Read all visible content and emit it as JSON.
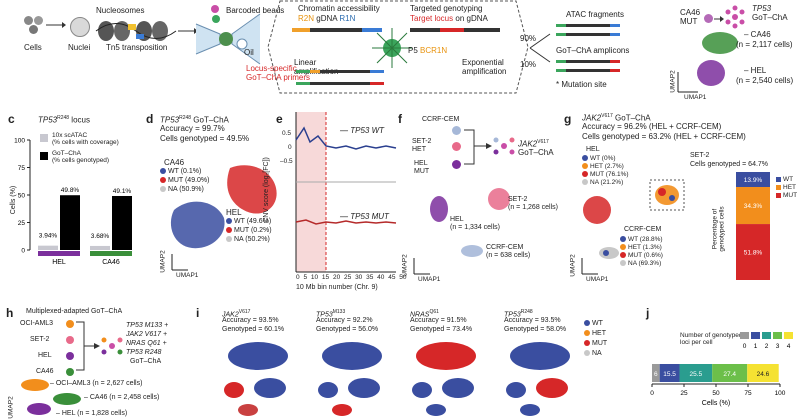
{
  "colors": {
    "wt": "#3a4ea0",
    "het": "#f28e1c",
    "mut": "#d62728",
    "na": "#c8c8c8",
    "purple": "#7b2f9c",
    "green": "#3a8f3a",
    "cnv_wt": "#2a3f8f",
    "cnv_mut": "#b52a2a"
  },
  "panel_a": {
    "cells": "Cells",
    "nuclei": "Nuclei",
    "nucleosomes": "Nucleosomes",
    "tn5": "Tn5 transposition",
    "barcoded_beads": "Barcoded beads",
    "oil": "Oil",
    "locus_primers": "Locus-specific\nGoT–ChA primers",
    "chromatin_accessibility": "Chromatin accessibility",
    "r2n": "R2N",
    "gdna": "gDNA",
    "r1n": "R1N",
    "targeted_genotyping": "Targeted genotyping",
    "target_locus": "Target locus",
    "on_gdna": "on gDNA",
    "linear_amp": "Linear\namplification",
    "p5": "P5",
    "bcr1n": "BCR1N",
    "exp_amp": "Exponential\namplification",
    "pct90": "90%",
    "pct10": "10%",
    "atac_fragments": "ATAC fragments",
    "gotcha_amplicons": "GoT–ChA amplicons",
    "mutation_site": "* Mutation site"
  },
  "panel_b": {
    "ca46_mut": "CA46\nMUT",
    "tp53": "TP53",
    "gotcha": "GoT–ChA",
    "ca46_cells": "CA46",
    "ca46_n": "(n = 2,117 cells)",
    "hel": "HEL",
    "hel_n": "(n = 2,540 cells)",
    "umap1": "UMAP1",
    "umap2": "UMAP2"
  },
  "panel_c": {
    "label": "c",
    "title_gene": "TP53",
    "title_sup": "R248",
    "title_rest": " locus",
    "legend_sc": "10x scATAC\n(% cells with coverage)",
    "legend_got": "GoT–ChA\n(% cells genotyped)",
    "ylabel": "Cells (%)",
    "yticks": [
      "0",
      "25",
      "50",
      "75",
      "100"
    ]
  },
  "chart_data": {
    "type": "bar",
    "title": "TP53 R248 locus",
    "ylabel": "Cells (%)",
    "ylim": [
      0,
      100
    ],
    "categories": [
      "HEL",
      "CA46"
    ],
    "series": [
      {
        "name": "10x scATAC (% cells with coverage)",
        "values": [
          3.94,
          3.68
        ]
      },
      {
        "name": "GoT–ChA (% cells genotyped)",
        "values": [
          49.8,
          49.1
        ]
      }
    ],
    "value_labels": {
      "HEL": [
        "3.94%",
        "49.8%"
      ],
      "CA46": [
        "3.68%",
        "49.1%"
      ]
    }
  },
  "panel_d": {
    "label": "d",
    "gene": "TP53",
    "sup": "R248",
    "title_rest": " GoT–ChA",
    "accuracy": "Accuracy = 99.7%",
    "genotyped": "Cells genotyped = 49.5%",
    "ca46": "CA46",
    "ca46_wt": "WT (0.1%)",
    "ca46_mut": "MUT (49.0%)",
    "ca46_na": "NA (50.9%)",
    "hel": "HEL",
    "hel_wt": "WT (49.6%)",
    "hel_mut": "MUT (0.2%)",
    "hel_na": "NA (50.2%)",
    "umap1": "UMAP1",
    "umap2": "UMAP2"
  },
  "panel_e": {
    "label": "e",
    "wt_label": "TP53 WT",
    "mut_label": "TP53 MUT",
    "ylabel": "CNV score (log₂[FC])",
    "xlabel": "10 Mb bin number (Chr. 9)",
    "xticks": [
      "0",
      "5",
      "10",
      "15",
      "20",
      "25",
      "30",
      "35",
      "40",
      "45",
      "50"
    ],
    "yticks": [
      "0.5",
      "0",
      "–0.5"
    ]
  },
  "panel_f": {
    "label": "f",
    "ccrf": "CCRF-CEM",
    "set2": "SET-2",
    "het": "HET",
    "hel": "HEL",
    "mut": "MUT",
    "jak2": "JAK2",
    "jak2_sup": "V617",
    "gotcha": "GoT–ChA",
    "set2_n": "SET-2\n(n = 1,268 cells)",
    "hel_n": "HEL\n(n = 1,334 cells)",
    "ccrf_n": "CCRF-CEM\n(n = 638 cells)",
    "umap1": "UMAP1",
    "umap2": "UMAP2"
  },
  "panel_g": {
    "label": "g",
    "gene": "JAK2",
    "sup": "V617",
    "title_rest": " GoT–ChA",
    "accuracy": "Accuracy = 96.2% (HEL + CCRF-CEM)",
    "genotyped": "Cells genotyped = 63.2% (HEL + CCRF-CEM)",
    "hel": "HEL",
    "hel_wt": "WT (0%)",
    "hel_het": "HET (2.7%)",
    "hel_mut": "MUT (76.1%)",
    "hel_na": "NA (21.2%)",
    "ccrf": "CCRF-CEM",
    "ccrf_wt": "WT (28.8%)",
    "ccrf_het": "HET (1.3%)",
    "ccrf_mut": "MUT (0.6%)",
    "ccrf_na": "NA (69.3%)",
    "set2": "SET-2",
    "set2_geno": "Cells genotyped = 64.7%",
    "bar_ylabel": "Percentage of\ngenotyped cells",
    "bar_segments": [
      {
        "name": "WT",
        "value": 13.9,
        "label": "13.9%"
      },
      {
        "name": "HET",
        "value": 34.3,
        "label": "34.3%"
      },
      {
        "name": "MUT",
        "value": 51.8,
        "label": "51.8%"
      }
    ],
    "legend": [
      "WT",
      "HET",
      "MUT"
    ],
    "umap1": "UMAP1",
    "umap2": "UMAP2"
  },
  "panel_h": {
    "label": "h",
    "title": "Multiplexed-adapted GoT–ChA",
    "lines": [
      "OCI-AML3",
      "SET-2",
      "HEL",
      "CA46"
    ],
    "targets": [
      "TP53 M133 +",
      "JAK2 V617 +",
      "NRAS Q61 +",
      "TP53 R248"
    ],
    "gotcha": "GoT–ChA",
    "oci_n": "OCI–AML3 (n = 2,627 cells)",
    "ca46_n": "CA46 (n = 2,458 cells)",
    "hel_n": "HEL (n = 1,828 cells)",
    "umap2": "UMAP2"
  },
  "panel_i": {
    "label": "i",
    "plots": [
      {
        "gene": "JAK2",
        "sup": "V617",
        "accuracy": "Accuracy = 93.5%",
        "genotyped": "Genotyped = 60.1%"
      },
      {
        "gene": "TP53",
        "sup": "M133",
        "accuracy": "Accuracy = 92.2%",
        "genotyped": "Genotyped = 56.0%"
      },
      {
        "gene": "NRAS",
        "sup": "Q61",
        "accuracy": "Accuracy = 91.5%",
        "genotyped": "Genotyped = 73.4%"
      },
      {
        "gene": "TP53",
        "sup": "R248",
        "accuracy": "Accuracy = 93.5%",
        "genotyped": "Genotyped = 58.0%"
      }
    ],
    "legend": [
      "WT",
      "HET",
      "MUT",
      "NA"
    ]
  },
  "panel_j": {
    "label": "j",
    "legend_title": "Number of genotyped\nloci per cell",
    "legend_items": [
      "0",
      "1",
      "2",
      "3",
      "4"
    ],
    "segments": [
      {
        "k": "0",
        "value": 6
      },
      {
        "k": "1",
        "value": 15.5
      },
      {
        "k": "2",
        "value": 25.5
      },
      {
        "k": "3",
        "value": 27.4
      },
      {
        "k": "4",
        "value": 24.6
      }
    ],
    "segment_labels": [
      "6",
      "15.5",
      "25.5",
      "27.4",
      "24.6"
    ],
    "seg_colors": [
      "#9a9a9a",
      "#3a4ea0",
      "#2a9d8f",
      "#6cbf4a",
      "#f5e232"
    ],
    "xticks": [
      "0",
      "25",
      "50",
      "75",
      "100"
    ],
    "xlabel": "Cells (%)"
  }
}
